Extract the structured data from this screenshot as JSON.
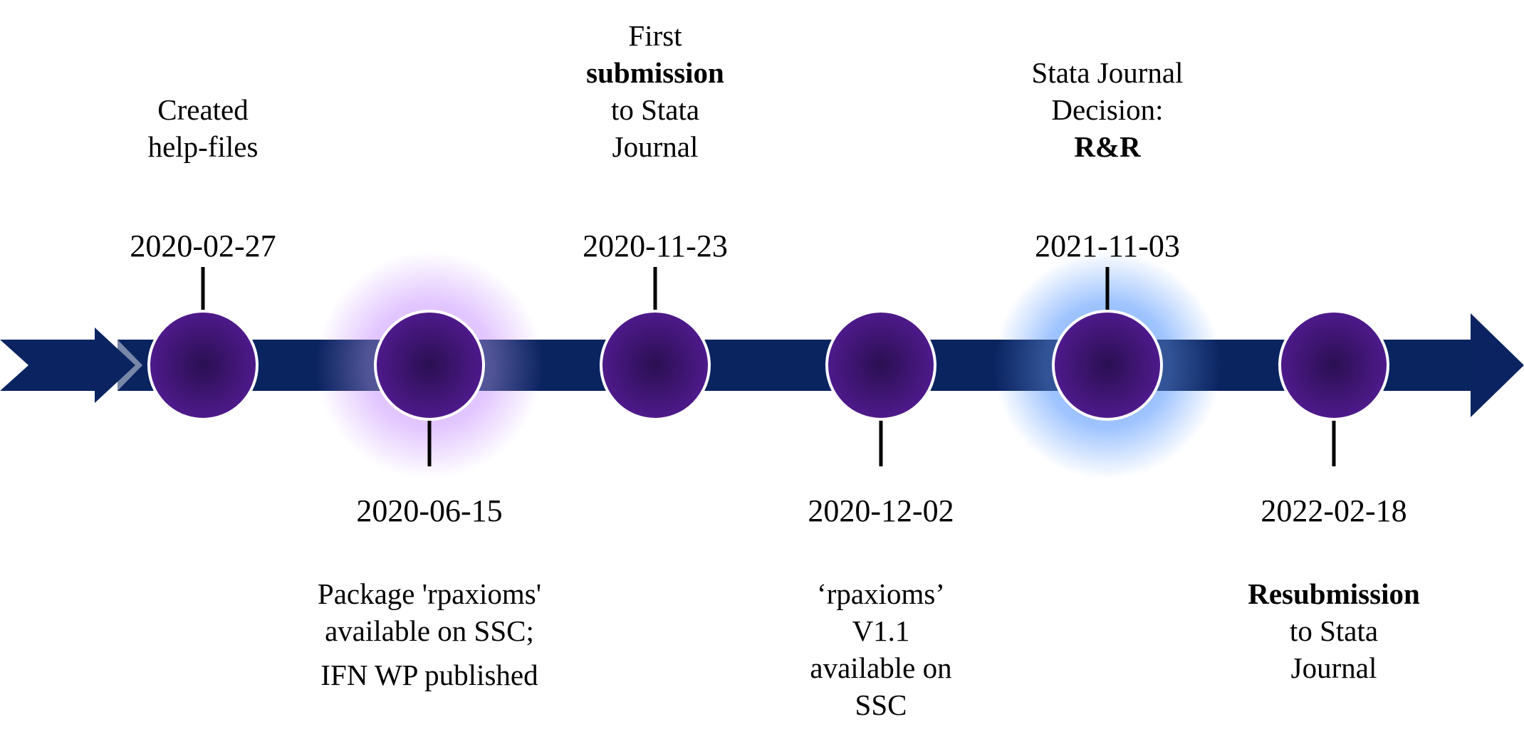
{
  "colors": {
    "arrow": "#0b2461",
    "milestone": "#4f1a8c",
    "milestone_center": "#2a0f52",
    "glow_purple": "#d9b3ff",
    "glow_blue": "#7fb0ff",
    "tick": "#000000"
  },
  "milestones": [
    {
      "date": "2020-02-27",
      "position": "above",
      "glow": "none",
      "label": [
        {
          "parts": [
            {
              "text": "Created",
              "bold": false
            }
          ]
        },
        {
          "parts": [
            {
              "text": "help-files",
              "bold": false
            }
          ]
        }
      ]
    },
    {
      "date": "2020-06-15",
      "position": "below",
      "glow": "purple",
      "label": [
        {
          "parts": [
            {
              "text": "Package 'rpaxioms'",
              "bold": false
            }
          ]
        },
        {
          "parts": [
            {
              "text": "available on SSC;",
              "bold": false
            }
          ]
        },
        {
          "parts": [
            {
              "text": "IFN WP published",
              "bold": false
            }
          ]
        }
      ]
    },
    {
      "date": "2020-11-23",
      "position": "above",
      "glow": "none",
      "label": [
        {
          "parts": [
            {
              "text": "First",
              "bold": false
            }
          ]
        },
        {
          "parts": [
            {
              "text": "submission",
              "bold": true
            }
          ]
        },
        {
          "parts": [
            {
              "text": "to Stata",
              "bold": false
            }
          ]
        },
        {
          "parts": [
            {
              "text": "Journal",
              "bold": false
            }
          ]
        }
      ]
    },
    {
      "date": "2020-12-02",
      "position": "below",
      "glow": "none",
      "label": [
        {
          "parts": [
            {
              "text": "‘rpaxioms’",
              "bold": false
            }
          ]
        },
        {
          "parts": [
            {
              "text": "V1.1",
              "bold": false
            }
          ]
        },
        {
          "parts": [
            {
              "text": "available on",
              "bold": false
            }
          ]
        },
        {
          "parts": [
            {
              "text": "SSC",
              "bold": false
            }
          ]
        }
      ]
    },
    {
      "date": "2021-11-03",
      "position": "above",
      "glow": "blue",
      "label": [
        {
          "parts": [
            {
              "text": "Stata Journal",
              "bold": false
            }
          ]
        },
        {
          "parts": [
            {
              "text": "Decision:",
              "bold": false
            }
          ]
        },
        {
          "parts": [
            {
              "text": "R&R",
              "bold": true
            }
          ]
        }
      ]
    },
    {
      "date": "2022-02-18",
      "position": "below",
      "glow": "none",
      "label": [
        {
          "parts": [
            {
              "text": "Resubmission",
              "bold": true
            }
          ]
        },
        {
          "parts": [
            {
              "text": "to Stata",
              "bold": false
            }
          ]
        },
        {
          "parts": [
            {
              "text": "Journal",
              "bold": false
            }
          ]
        }
      ]
    }
  ]
}
